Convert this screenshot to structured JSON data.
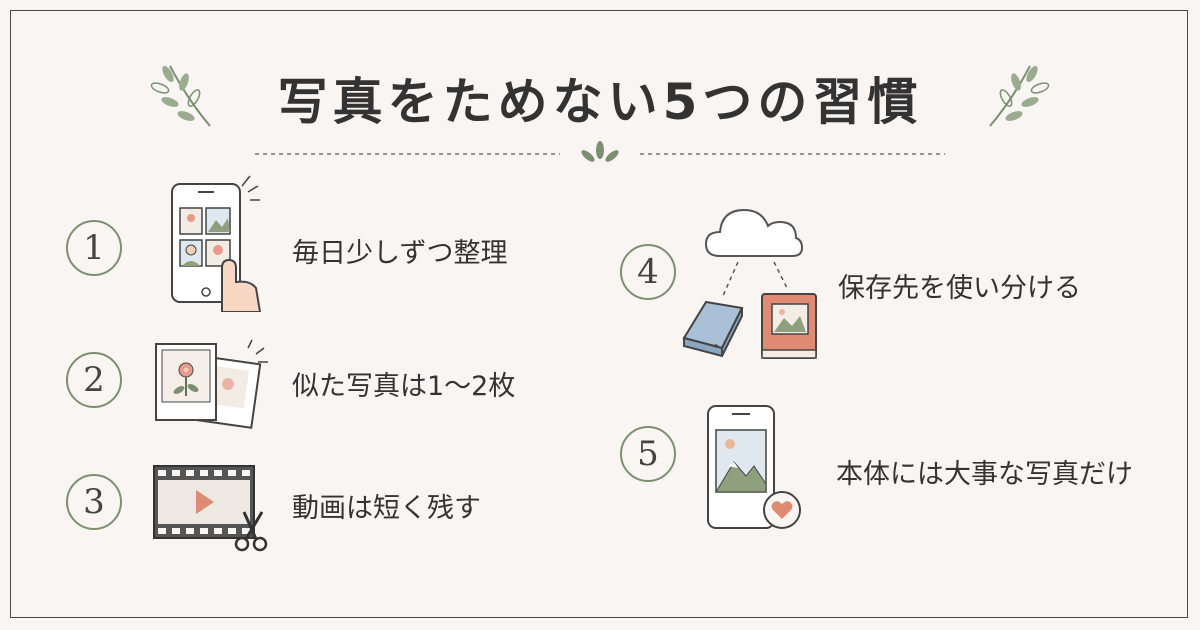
{
  "title": "写真をためない5つの習慣",
  "items": [
    {
      "num": "1",
      "label": "毎日少しずつ整理",
      "icon": "phone-gallery-tap-icon"
    },
    {
      "num": "2",
      "label": "似た写真は1〜2枚",
      "icon": "similar-photos-icon"
    },
    {
      "num": "3",
      "label": "動画は短く残す",
      "icon": "video-cut-icon"
    },
    {
      "num": "4",
      "label": "保存先を使い分ける",
      "icon": "cloud-storage-icon"
    },
    {
      "num": "5",
      "label": "本体には大事な写真だけ",
      "icon": "phone-favorite-photo-icon"
    }
  ],
  "colors": {
    "background": "#f9f5f3",
    "accent_green": "#7d8f72",
    "accent_pink": "#e89a8a",
    "accent_blue": "#a9c0d6"
  }
}
